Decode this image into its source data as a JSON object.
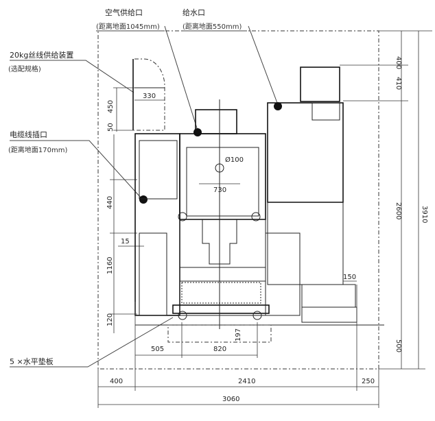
{
  "callouts": {
    "air_supply": {
      "title": "空气供给口",
      "note": "(距离地面1045mm)"
    },
    "water_supply": {
      "title": "给水口",
      "note": "(距离地面550mm)"
    },
    "wire_feeder": {
      "title": "20kg丝线供给装置",
      "note": "(选配规格)"
    },
    "cable_port": {
      "title": "电缆线插口",
      "note": "(距离地面170mm)"
    },
    "leveling_pads": {
      "title": "5 ×水平垫板"
    }
  },
  "dimensions": {
    "feeder_width": "330",
    "feeder_height": "450",
    "feeder_gap": "50",
    "left_440": "440",
    "left_1160": "1160",
    "left_120": "120",
    "left_15": "15",
    "hole_diameter": "Ø100",
    "center_730": "730",
    "right_150": "150",
    "depth_197": "197",
    "base_505": "505",
    "base_820": "820",
    "bottom_400": "400",
    "bottom_2410": "2410",
    "bottom_250": "250",
    "overall_width": "3060",
    "right_400": "400",
    "right_410": "410",
    "right_2600": "2600",
    "right_500": "500",
    "overall_height": "3910"
  }
}
